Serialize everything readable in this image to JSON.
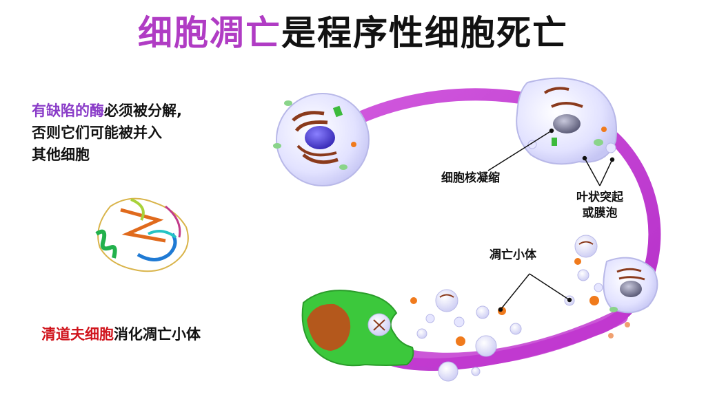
{
  "title": {
    "highlight": "细胞凋亡",
    "rest": "是程序性细胞死亡"
  },
  "left_note": {
    "highlight": "有缺陷的酶",
    "line1_rest": "必须被分解,",
    "line2": "否则它们可能被并入",
    "line3": "其他细胞"
  },
  "bottom_note": {
    "highlight": "清道夫细胞",
    "rest": "消化凋亡小体"
  },
  "labels": {
    "nucleus_condense": "细胞核凝缩",
    "blebs_line1": "叶状突起",
    "blebs_line2": "或膜泡",
    "apoptotic_bodies": "凋亡小体"
  },
  "colors": {
    "title_highlight": "#b03cc4",
    "note_purple": "#8a3cc8",
    "note_red": "#d0141c",
    "arc": "#c23ad0",
    "cell_fill": "#dcdcff",
    "nucleus": "#5a4ed8",
    "scavenger": "#3cc83c",
    "scavenger_core": "#b4581c"
  },
  "icons": [
    "normal-cell-icon",
    "shrinking-cell-icon",
    "apoptotic-cell-icon",
    "scavenger-cell-icon",
    "protein-structure-icon"
  ]
}
